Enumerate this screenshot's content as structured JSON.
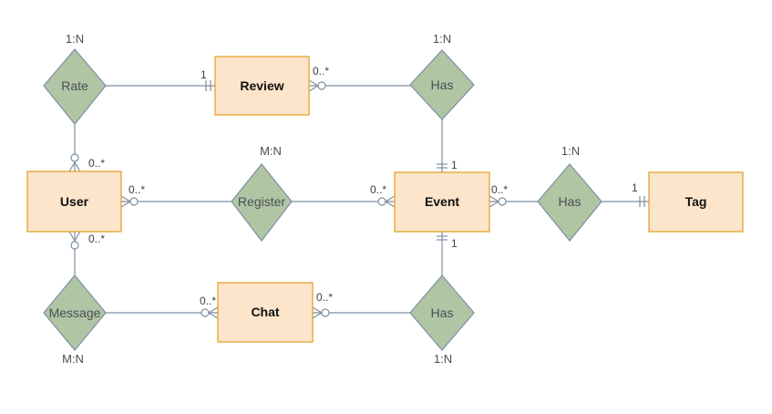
{
  "entities": [
    {
      "id": "review",
      "label": "Review"
    },
    {
      "id": "user",
      "label": "User"
    },
    {
      "id": "event",
      "label": "Event"
    },
    {
      "id": "tag",
      "label": "Tag"
    },
    {
      "id": "chat",
      "label": "Chat"
    }
  ],
  "relationships": [
    {
      "id": "rate",
      "label": "Rate",
      "ratio": "1:N"
    },
    {
      "id": "has_review",
      "label": "Has",
      "ratio": "1:N"
    },
    {
      "id": "register",
      "label": "Register",
      "ratio": "M:N"
    },
    {
      "id": "has_tag",
      "label": "Has",
      "ratio": "1:N"
    },
    {
      "id": "message",
      "label": "Message",
      "ratio": "M:N"
    },
    {
      "id": "has_chat",
      "label": "Has",
      "ratio": "1:N"
    }
  ],
  "cardinalities": {
    "rate_review": "1",
    "review_has": "0..*",
    "rate_user": "0..*",
    "user_register": "0..*",
    "event_register": "0..*",
    "event_has_review": "1",
    "event_has_tag": "0..*",
    "tag_has": "1",
    "user_message": "0..*",
    "chat_message": "0..*",
    "chat_has": "0..*",
    "event_has_chat": "1"
  }
}
